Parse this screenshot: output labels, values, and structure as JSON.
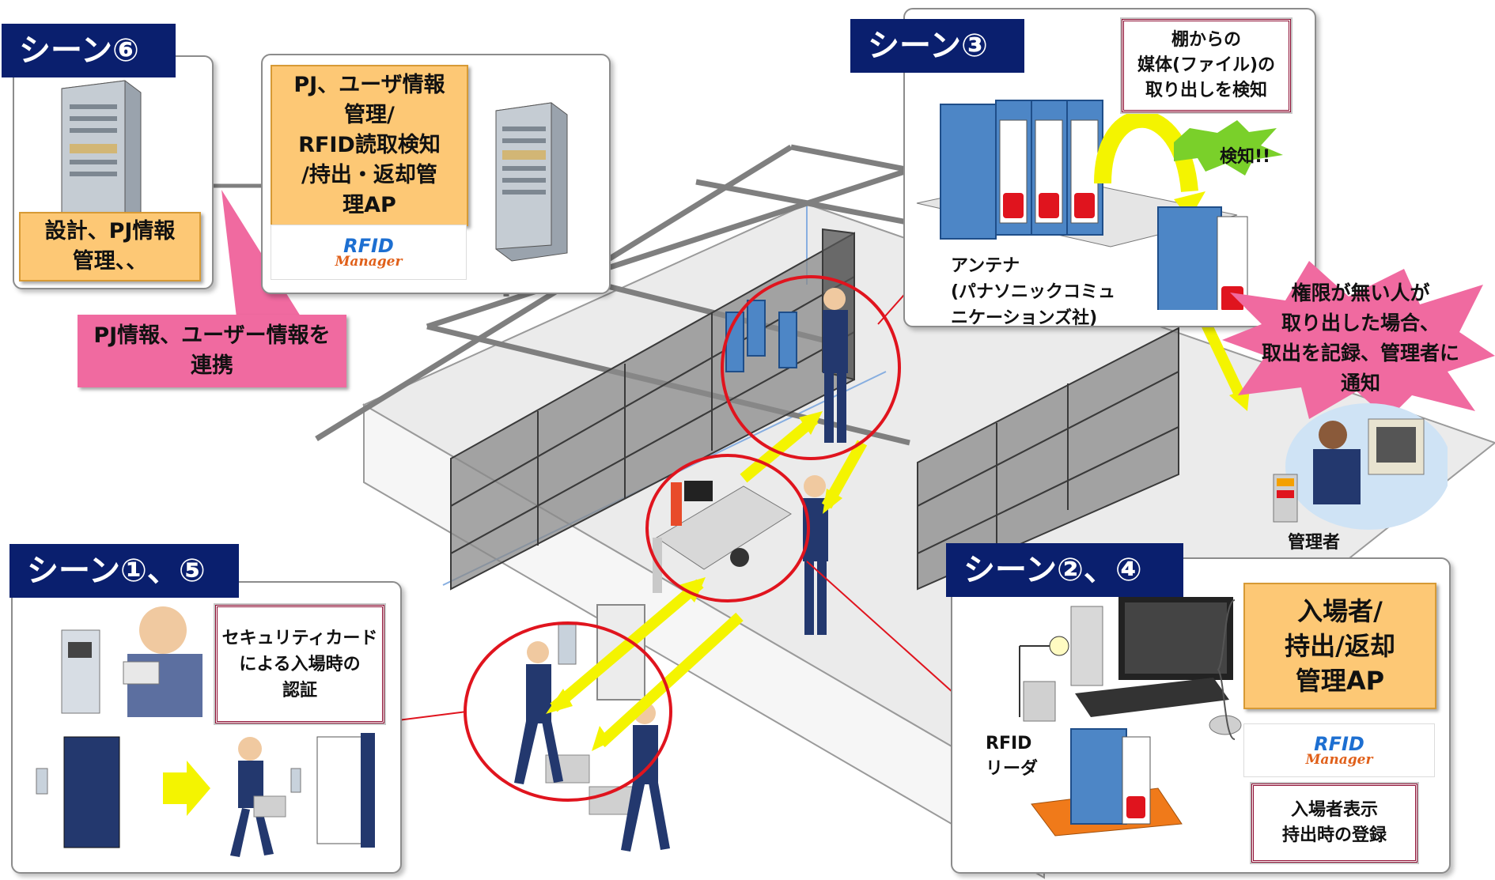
{
  "scenes": {
    "s6": {
      "label": "シーン⑥",
      "db_box": "設計、PJ情報\n管理、、",
      "ap_box": "PJ、ユーザ情報\n管理/\nRFID読取検知\n/持出・返却管\n理AP",
      "link_text": "PJ情報、ユーザー情報を\n連携"
    },
    "s3": {
      "label": "シーン③",
      "detect_box": "棚からの\n媒体(ファイル)の\n取り出しを検知",
      "burst": "検知!!",
      "antenna": "アンテナ\n(パナソニックコミュ\nニケーションズ社)",
      "alert": "権限が無い人が\n取り出した場合、\n取出を記録、管理者に\n通知",
      "manager": "管理者"
    },
    "s15": {
      "label": "シーン①、⑤",
      "auth_box": "セキュリティカード\nによる入場時の\n認証"
    },
    "s24": {
      "label": "シーン②、④",
      "ap_box": "入場者/\n持出/返却\n管理AP",
      "reader": "RFID\nリーダ",
      "register_box": "入場者表示\n持出時の登録"
    }
  },
  "logo": {
    "line1": "RFID",
    "line2": "Manager"
  },
  "colors": {
    "scene_label_bg": "#0a1f6e",
    "tan": "#fdc875",
    "pink": "#f06aa0",
    "arrow": "#f4f400",
    "circle": "#e0141e",
    "binder": "#4d86c6"
  }
}
